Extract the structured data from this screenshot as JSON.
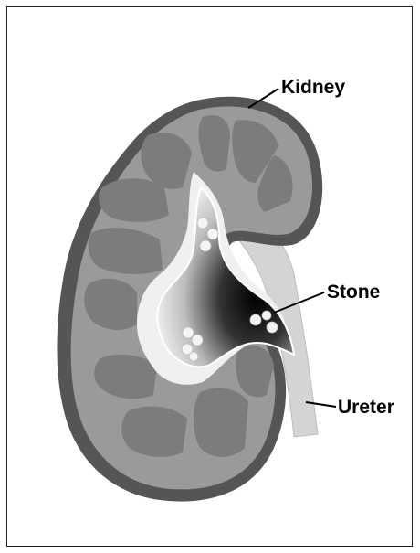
{
  "labels": {
    "kidney": "Kidney",
    "stone": "Stone",
    "ureter": "Ureter"
  },
  "colors": {
    "outline": "#555555",
    "cortex": "#9a9a9a",
    "pyramid": "#7c7c7c",
    "ureter": "#d4d4d4",
    "pelvis_dark": "#000000",
    "stone": "#f4f4f4"
  }
}
